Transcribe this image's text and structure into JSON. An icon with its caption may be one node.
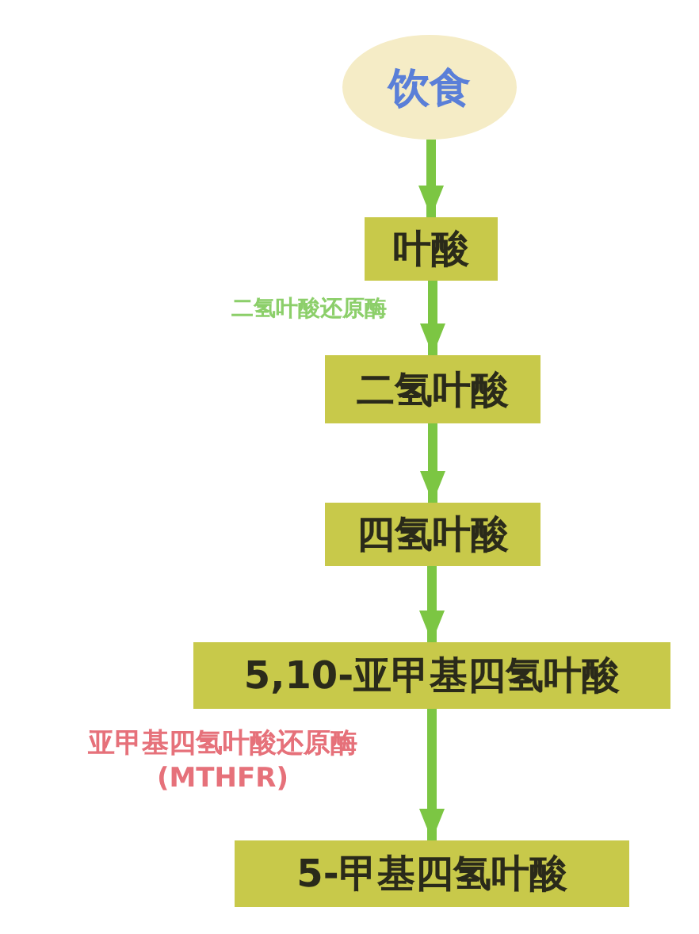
{
  "diagram": {
    "nodes": [
      {
        "text": [
          "饮食"
        ]
      },
      {
        "text": [
          "叶酸"
        ]
      },
      {
        "text": [
          "二氢叶酸"
        ]
      },
      {
        "text": [
          "四氢叶酸"
        ]
      },
      {
        "text": [
          "5,10-亚甲基四氢叶酸"
        ]
      },
      {
        "text": [
          "5-甲基四氢叶酸"
        ]
      }
    ],
    "edges": [
      {
        "from": 0,
        "to": 1,
        "arrow": "to"
      },
      {
        "from": 1,
        "to": 2,
        "arrow": "to",
        "label": "二氢叶酸还原酶"
      },
      {
        "from": 2,
        "to": 3,
        "arrow": "to"
      },
      {
        "from": 3,
        "to": 4,
        "arrow": "to"
      },
      {
        "from": 4,
        "to": 5,
        "arrow": "to",
        "label": "亚甲基四氢叶酸还原酶 (MTHFR)"
      }
    ]
  }
}
